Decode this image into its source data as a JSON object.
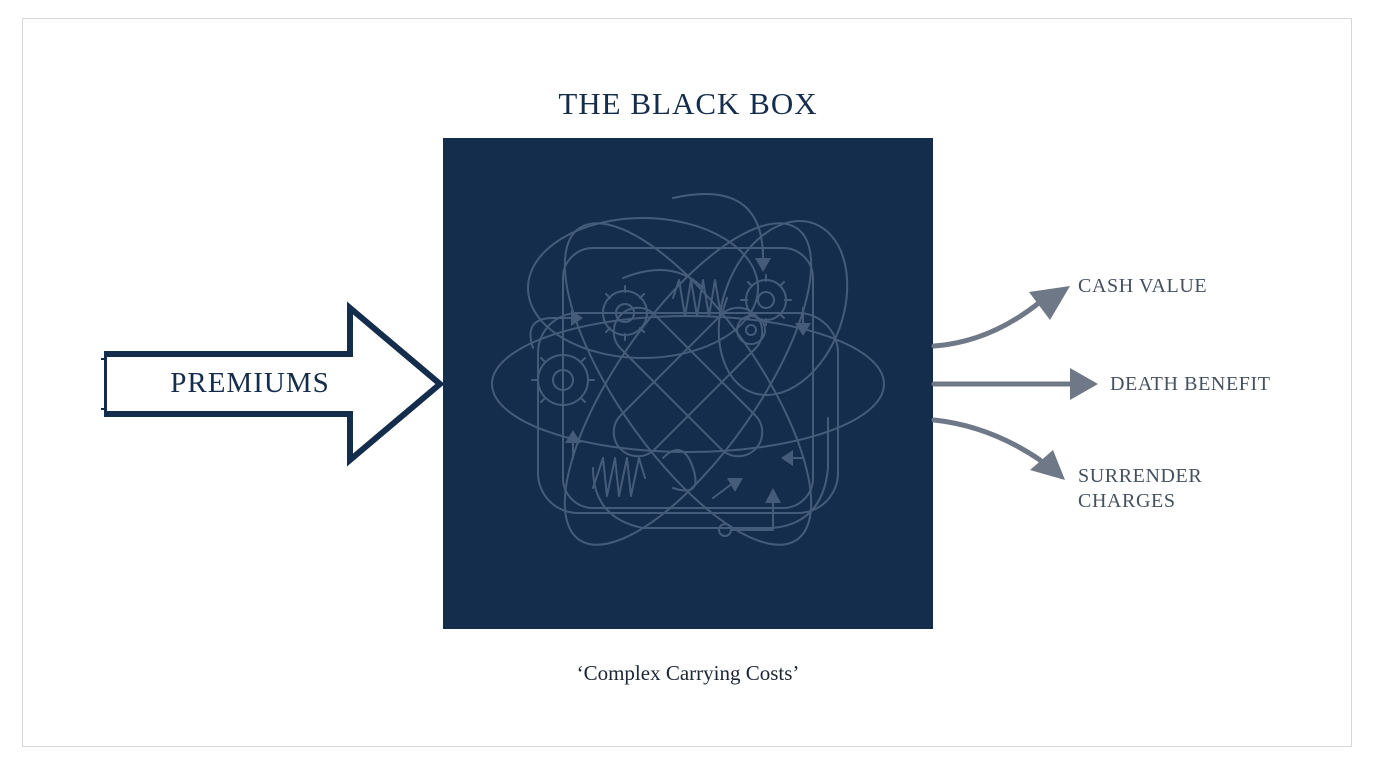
{
  "diagram": {
    "title": "THE BLACK BOX",
    "caption": "‘Complex Carrying Costs’",
    "input": {
      "label": "PREMIUMS"
    },
    "outputs": [
      {
        "label": "CASH VALUE"
      },
      {
        "label": "DEATH BENEFIT"
      },
      {
        "label": "SURRENDER CHARGES"
      }
    ]
  },
  "colors": {
    "box": "#152d4c",
    "input_arrow": "#142d4c",
    "output_arrows": "#6e7887",
    "box_linework": "#4b6180"
  },
  "icons": [
    "gear-icon",
    "spring-icon",
    "loop-arrow-icon"
  ]
}
